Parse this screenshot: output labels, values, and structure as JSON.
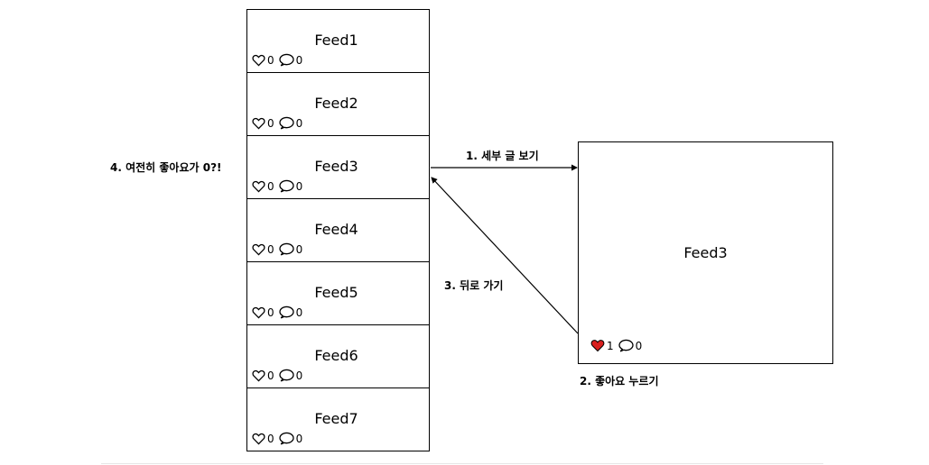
{
  "feeds": [
    {
      "title": "Feed1",
      "likes": "0",
      "comments": "0"
    },
    {
      "title": "Feed2",
      "likes": "0",
      "comments": "0"
    },
    {
      "title": "Feed3",
      "likes": "0",
      "comments": "0"
    },
    {
      "title": "Feed4",
      "likes": "0",
      "comments": "0"
    },
    {
      "title": "Feed5",
      "likes": "0",
      "comments": "0"
    },
    {
      "title": "Feed6",
      "likes": "0",
      "comments": "0"
    },
    {
      "title": "Feed7",
      "likes": "0",
      "comments": "0"
    }
  ],
  "detail": {
    "title": "Feed3",
    "likes": "1",
    "comments": "0"
  },
  "steps": {
    "step1": "1. 세부 글 보기",
    "step2": "2. 좋아요 누르기",
    "step3": "3. 뒤로 가기",
    "step4": "4. 여전히 좋아요가 0?!"
  },
  "icons": {
    "like": "heart-outline-icon",
    "like_active": "heart-filled-icon",
    "comment": "speech-bubble-icon"
  },
  "colors": {
    "like_active": "#d9201f"
  }
}
